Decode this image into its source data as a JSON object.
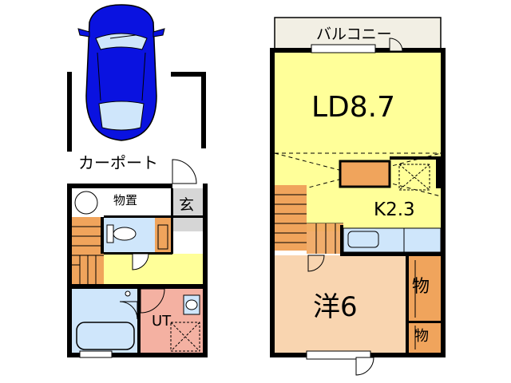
{
  "labels": {
    "carport": "カーポート",
    "storage_1f": "物置",
    "entrance": "玄",
    "ut": "UT",
    "balcony": "バルコニー",
    "ld": "LD8.7",
    "kitchen": "K2.3",
    "western_room": "洋6",
    "closet_upper": "物",
    "closet_lower": "物"
  },
  "colors": {
    "wall": "#000000",
    "ld_kitchen": "#ffff99",
    "western_room": "#f9d5b0",
    "wet_area": "#cfe6fb",
    "ut_floor": "#f4b1a2",
    "closet": "#f0a45c",
    "stairs": "#f0a45c",
    "entrance_floor": "#d6d6d6",
    "balcony": "#f2efe4",
    "car_body": "#0a12e0"
  }
}
